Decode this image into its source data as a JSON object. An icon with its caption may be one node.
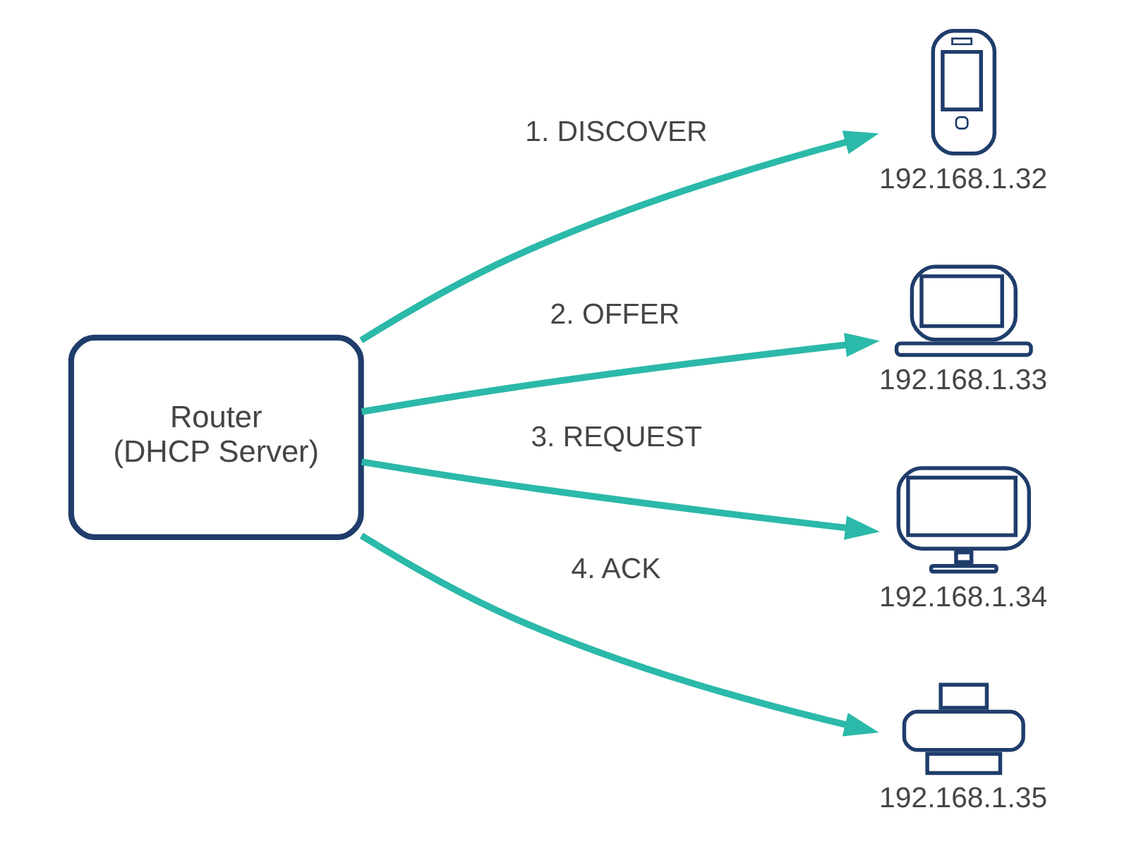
{
  "diagram": {
    "nodes": [
      {
        "text": [
          "Router",
          "(DHCP Server)"
        ]
      },
      {
        "text": [],
        "shape": "picture",
        "beside": [
          "192.168.1.32"
        ]
      },
      {
        "text": [],
        "shape": "picture",
        "beside": [
          "192.168.1.33"
        ]
      },
      {
        "text": [],
        "shape": "picture",
        "beside": [
          "192.168.1.34"
        ]
      },
      {
        "text": [],
        "shape": "picture",
        "beside": [
          "192.168.1.35"
        ]
      }
    ],
    "edges": [
      {
        "from": 0,
        "to": 1,
        "arrow": "to",
        "label": "1. DISCOVER"
      },
      {
        "from": 0,
        "to": 2,
        "arrow": "to",
        "label": "2. OFFER"
      },
      {
        "from": 0,
        "to": 3,
        "arrow": "to",
        "label": "3. REQUEST"
      },
      {
        "from": 0,
        "to": 4,
        "arrow": "to",
        "label": "4. ACK"
      }
    ]
  }
}
